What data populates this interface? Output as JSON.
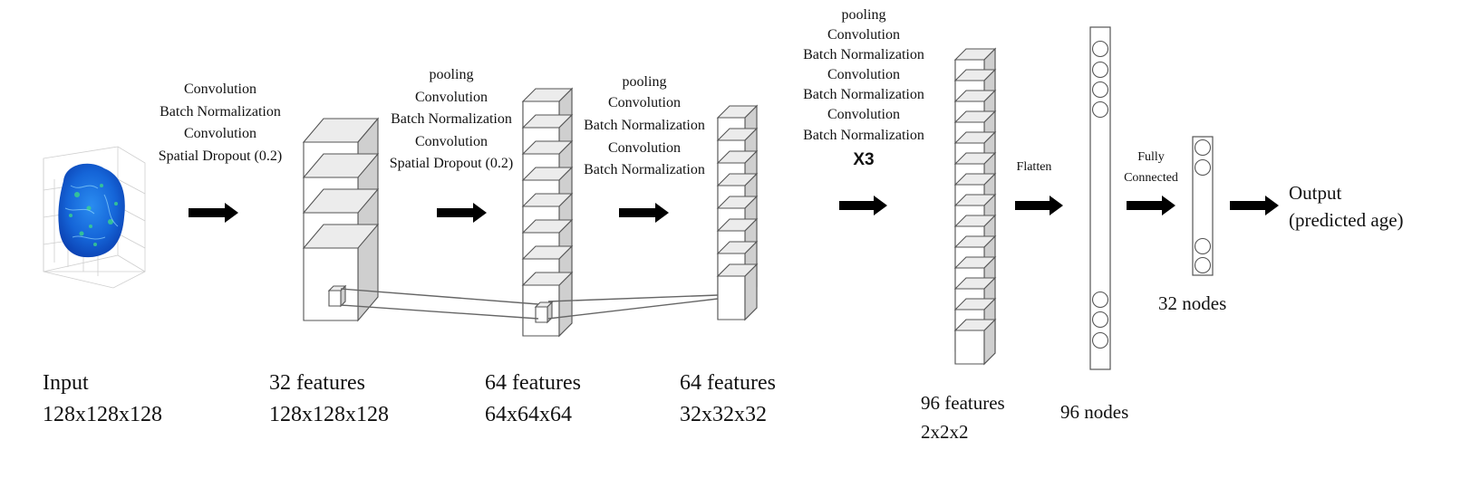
{
  "ops": {
    "block1": [
      "Convolution",
      "Batch Normalization",
      "Convolution",
      "Spatial Dropout (0.2)"
    ],
    "block2": [
      "pooling",
      "Convolution",
      "Batch Normalization",
      "Convolution",
      "Spatial Dropout (0.2)"
    ],
    "block3": [
      "pooling",
      "Convolution",
      "Batch Normalization",
      "Convolution",
      "Batch Normalization"
    ],
    "block4": [
      "pooling",
      "Convolution",
      "Batch Normalization",
      "Convolution",
      "Batch Normalization",
      "Convolution",
      "Batch Normalization"
    ],
    "repeat": "X3"
  },
  "flatten": "Flatten",
  "fully_connected": [
    "Fully",
    "Connected"
  ],
  "output": [
    "Output",
    "(predicted age)"
  ],
  "captions": {
    "input": [
      "Input",
      "128x128x128"
    ],
    "f32": [
      "32 features",
      "128x128x128"
    ],
    "f64a": [
      "64 features",
      "64x64x64"
    ],
    "f64b": [
      "64 features",
      "32x32x32"
    ],
    "f96": [
      "96 features",
      "2x2x2"
    ],
    "nodes96": "96 nodes",
    "nodes32": "32 nodes"
  },
  "colors": {
    "brain_primary": "#1565d8",
    "brain_highlight": "#3ddc84",
    "arrow": "#000000"
  }
}
